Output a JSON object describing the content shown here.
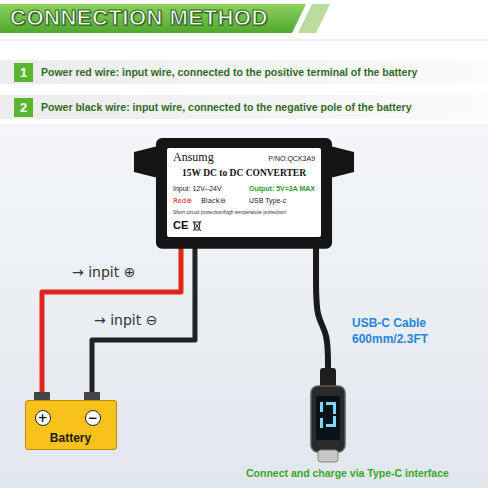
{
  "diagram": {
    "title": "CONNECTION METHOD",
    "nodes": [
      {
        "text": [
          "1",
          "Power red wire: input wire, connected to the positive terminal of the battery"
        ]
      },
      {
        "text": [
          "2",
          "Power black wire: input wire, connected to the negative pole of the battery"
        ]
      },
      {
        "text": [
          "Ansumg",
          "P/NO:QCK3A9",
          "15W DC to DC CONVERTER",
          "Input: 12V--24V",
          "Output: 5V=3A MAX",
          "Red⊕",
          "Black⊖",
          "USB Type-c",
          "Short circuit protection/high temperature protection!",
          "CE"
        ]
      },
      {
        "text": [
          "+",
          "−",
          "Battery"
        ]
      }
    ],
    "edges": [
      {
        "from": 2,
        "to": 3,
        "arrow": "none",
        "label": "→ inpit ⊕"
      },
      {
        "from": 2,
        "to": 3,
        "arrow": "none",
        "label": "→ inpit ⊖"
      }
    ],
    "labels": [
      "USB-C Cable 600mm/2.3FT",
      "Connect and charge via Type-C interface"
    ]
  }
}
